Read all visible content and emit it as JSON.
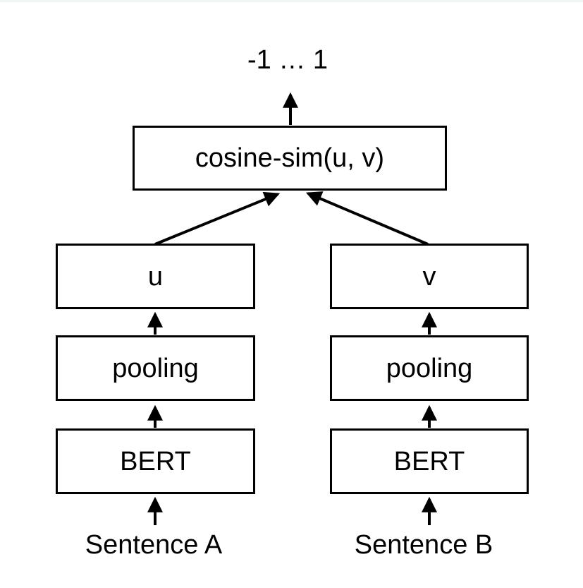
{
  "diagram": {
    "output_label": "-1 … 1",
    "nodes": {
      "cosine": {
        "label": "cosine-sim(u, v)"
      },
      "u": {
        "label": "u"
      },
      "v": {
        "label": "v"
      },
      "pooling_left": {
        "label": "pooling"
      },
      "pooling_right": {
        "label": "pooling"
      },
      "bert_left": {
        "label": "BERT"
      },
      "bert_right": {
        "label": "BERT"
      }
    },
    "inputs": {
      "left": "Sentence A",
      "right": "Sentence B"
    },
    "edges": [
      "cosine-sim(u, v) -> -1 … 1",
      "u -> cosine-sim(u, v)",
      "v -> cosine-sim(u, v)",
      "pooling (left) -> u",
      "pooling (right) -> v",
      "BERT (left) -> pooling (left)",
      "BERT (right) -> pooling (right)",
      "Sentence A -> BERT (left)",
      "Sentence B -> BERT (right)"
    ],
    "colors": {
      "stroke": "#000000",
      "background": "#ffffff",
      "top_strip": "#edf5f5"
    }
  }
}
